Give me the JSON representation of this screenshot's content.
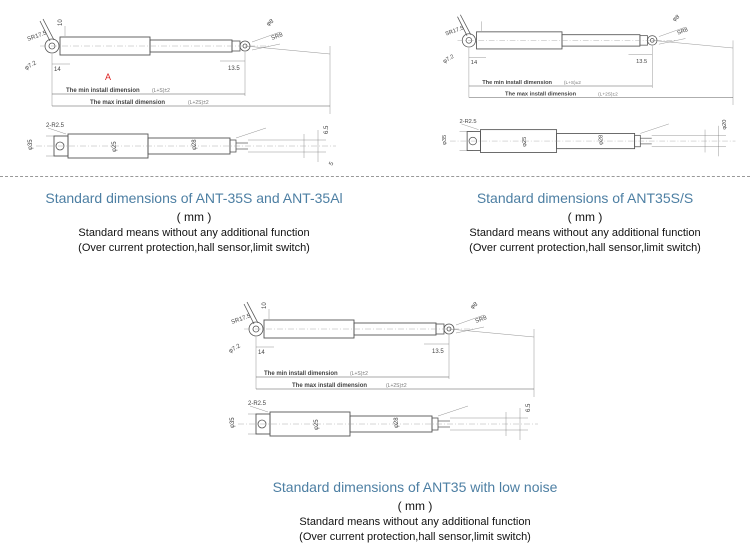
{
  "blocks": [
    {
      "title": "Standard dimensions of ANT-35S and ANT-35Al",
      "unit": "( mm )",
      "line1": "Standard means without any additional function",
      "line2": "(Over current protection,hall sensor,limit switch)",
      "min_label": "The min install dimension",
      "min_formula": "(L+S)±2",
      "max_label": "The max install dimension",
      "max_formula": "(L+2S)±2"
    },
    {
      "title": "Standard dimensions of ANT35S/S",
      "unit": "( mm )",
      "line1": "Standard means without any additional function",
      "line2": "(Over current protection,hall sensor,limit switch)",
      "min_label": "The min install dimension",
      "min_formula": "(L+S)±2",
      "max_label": "The max install dimension",
      "max_formula": "(L+2S)±2"
    },
    {
      "title": "Standard dimensions of ANT35 with low noise",
      "unit": "( mm )",
      "line1": "Standard means without any additional function",
      "line2": "(Over current protection,hall sensor,limit switch)",
      "min_label": "The min install dimension",
      "min_formula": "(L+S)±2",
      "max_label": "The max install dimension",
      "max_formula": "(L+2S)±2"
    }
  ],
  "marker_a": "A",
  "dims": {
    "sr175": "SR17.5",
    "phi72": "φ7.2",
    "phi8": "φ8",
    "sr8": "SR8",
    "n10": "10",
    "n14": "14",
    "n135": "13.5",
    "phi35": "φ35",
    "phi28": "φ28",
    "phi20": "φ20",
    "phi25": "φ25",
    "n65": "6.5",
    "n5": "5",
    "b2r5": "2-R2.5"
  }
}
